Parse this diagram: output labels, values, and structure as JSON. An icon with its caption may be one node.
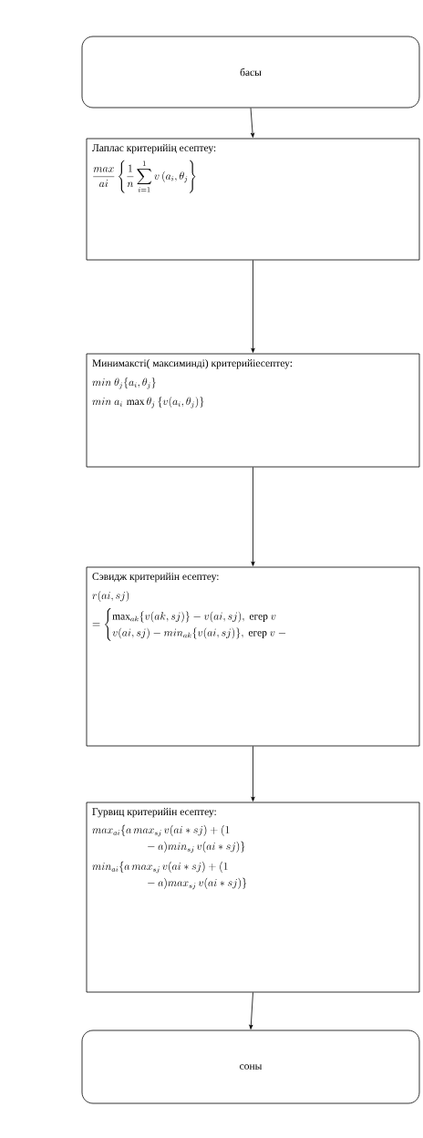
{
  "diagram": {
    "nodes": [
      {
        "text": [
          "басы"
        ]
      },
      {
        "text": [
          "Лаплас критерийің есептеу:",
          "\\frac{max}{ai}\\left\\{\\frac{1}{n}\\sum_{i=1}^{1} v\\,(a_i,\\theta_j\\right\\}"
        ]
      },
      {
        "text": [
          "Минимаксті( максиминді) критерийіесептеу:",
          "min\\ \\theta_j\\{a_i,\\theta_j\\}",
          "min\\ a_i\\,\\max\\theta_j\\,\\{v(a_i,\\theta_j)\\}"
        ]
      },
      {
        "text": [
          "Сэвидж критерийін есептеу:",
          "r(ai,sj)",
          "=\\begin{cases}\\max_{ak}\\{v(ak,sj)\\}-v(ai,sj),\\text{ егер } v\\\\ v(ai,sj)-min_{ak}\\{v(ai,sj)\\},\\text{ егер } v\\ -\\end{cases}"
        ]
      },
      {
        "text": [
          "Гурвиц критерийін есептеу:",
          "\\begin{aligned}&max_{ai}\\{a\\,max_{sj}\\,v(ai*sj)+(1\\\\&\\qquad\\qquad\\quad -a)min_{sj}\\,v(ai*sj)\\}\\end{aligned}",
          "\\begin{aligned}&min_{ai}\\{a\\,max_{sj}\\,v(ai*sj)+(1\\\\&\\qquad\\qquad\\quad -a)max_{sj}\\,v(ai*sj)\\}\\end{aligned}"
        ]
      },
      {
        "text": [
          "соны"
        ]
      }
    ],
    "edges": [
      {
        "from": 0,
        "to": 1,
        "arrow": "to"
      },
      {
        "from": 1,
        "to": 2,
        "arrow": "to"
      },
      {
        "from": 2,
        "to": 3,
        "arrow": "to"
      },
      {
        "from": 3,
        "to": 4,
        "arrow": "to"
      },
      {
        "from": 4,
        "to": 5,
        "arrow": "to"
      }
    ]
  }
}
